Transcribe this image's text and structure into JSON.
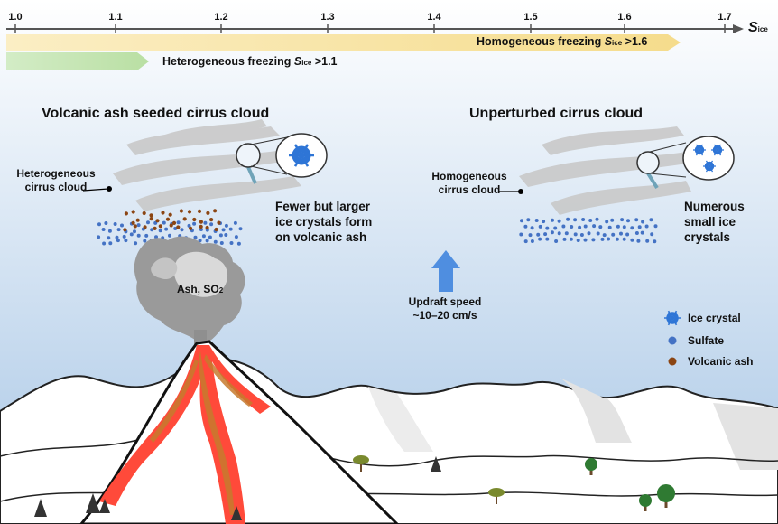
{
  "scale": {
    "ticks": [
      "1.0",
      "1.1",
      "1.2",
      "1.3",
      "1.4",
      "1.5",
      "1.6",
      "1.7"
    ],
    "axis_symbol": "S",
    "axis_subscript": "ice"
  },
  "bars": {
    "homogeneous_label": "Homogeneous freezing",
    "homogeneous_symbol": "S",
    "homogeneous_subscript": "ice",
    "homogeneous_threshold": ">1.6",
    "heterogeneous_label": "Heterogeneous freezing",
    "heterogeneous_symbol": "S",
    "heterogeneous_subscript": "ice",
    "heterogeneous_threshold": ">1.1"
  },
  "left_panel": {
    "title": "Volcanic ash seeded cirrus cloud",
    "cloud_label_line1": "Heterogeneous",
    "cloud_label_line2": "cirrus cloud",
    "crystals_text": "Fewer but larger ice crystals form on volcanic ash",
    "plume_label": "Ash, SO",
    "plume_subscript": "2"
  },
  "right_panel": {
    "title": "Unperturbed cirrus cloud",
    "cloud_label_line1": "Homogeneous",
    "cloud_label_line2": "cirrus cloud",
    "crystals_text": "Numerous small ice crystals"
  },
  "updraft": {
    "line1": "Updraft speed",
    "line2": "~10–20 cm/s"
  },
  "legend": {
    "items": [
      {
        "label": "Ice crystal"
      },
      {
        "label": "Sulfate"
      },
      {
        "label": "Volcanic ash"
      }
    ]
  },
  "colors": {
    "sky_top": "#ffffff",
    "sky_bottom": "#a9c7e6",
    "homogeneous_bar": "#f5dc8c",
    "heterogeneous_bar": "#b9dfa3",
    "sulfate": "#4472c4",
    "volcanic_ash": "#8b4513",
    "ice_crystal": "#2e75d6",
    "lava": "#ff4a3a",
    "updraft_arrow": "#4f8ee0"
  }
}
